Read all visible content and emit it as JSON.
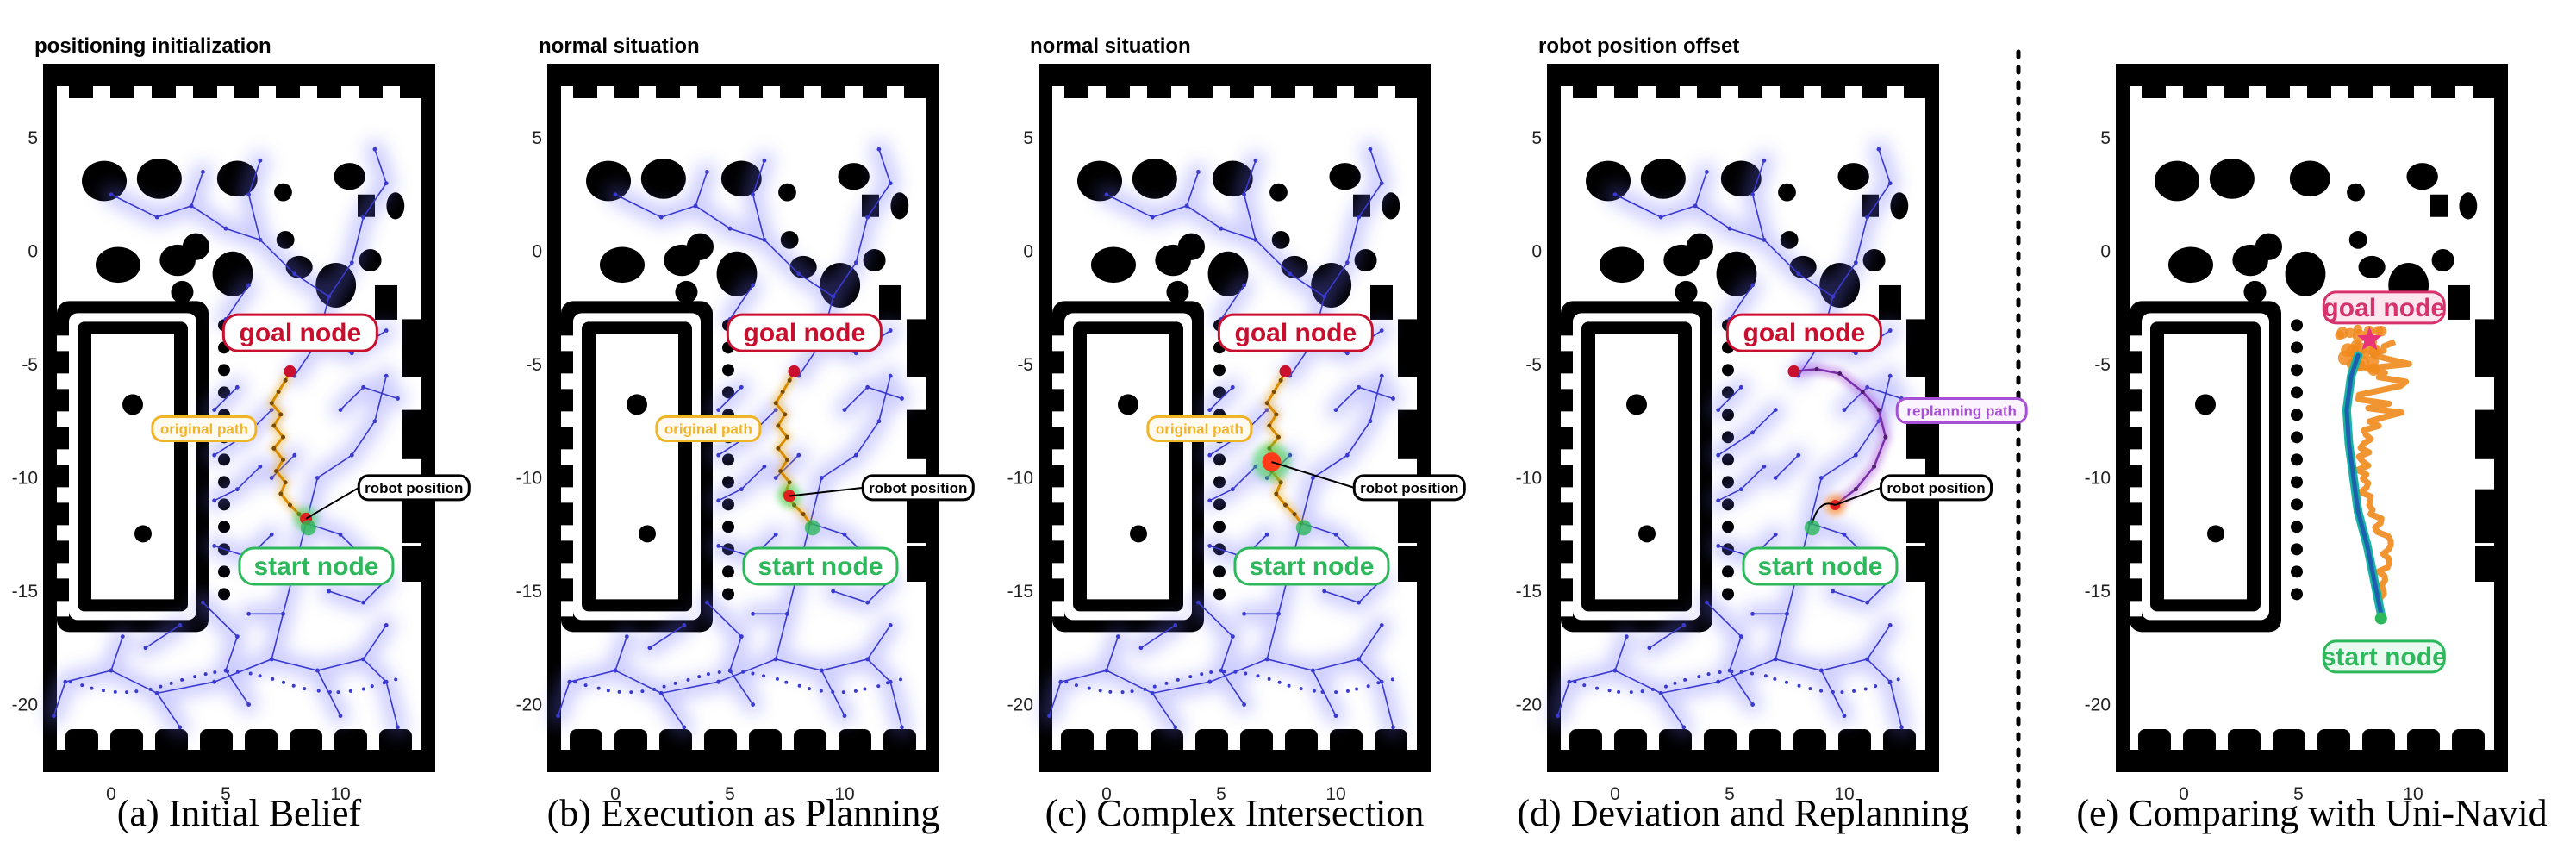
{
  "colors": {
    "goal": "#c8102e",
    "start": "#2eb85c",
    "original_path": "#f0b429",
    "replanning_path": "#a64fd6",
    "robot_position": "#000000",
    "graph": "#3a3ad0",
    "uninavid_track": "#f08a1c",
    "uninavid_model": "#1f5fb0"
  },
  "x_ticks": [
    "0",
    "5",
    "10"
  ],
  "y_ticks": [
    "5",
    "0",
    "-5",
    "-10",
    "-15",
    "-20"
  ],
  "divider": "dotted-vertical-line",
  "panels": [
    {
      "top_label": "positioning initialization",
      "caption": "(a) Initial Belief",
      "goal_label": "goal node",
      "start_label": "start node",
      "path_label": "original path",
      "robot_label": "robot position"
    },
    {
      "top_label": "normal situation",
      "caption": "(b) Execution as Planning",
      "goal_label": "goal node",
      "start_label": "start node",
      "path_label": "original path",
      "robot_label": "robot position"
    },
    {
      "top_label": "normal situation",
      "caption": "(c) Complex Intersection",
      "goal_label": "goal node",
      "start_label": "start node",
      "path_label": "original path",
      "robot_label": "robot position"
    },
    {
      "top_label": "robot position offset",
      "caption": "(d) Deviation and Replanning",
      "goal_label": "goal node",
      "start_label": "start node",
      "path_label": "replanning path",
      "robot_label": "robot position"
    },
    {
      "top_label": "",
      "caption": "(e) Comparing with Uni-Navid",
      "goal_label": "goal node",
      "start_label": "start node"
    }
  ]
}
